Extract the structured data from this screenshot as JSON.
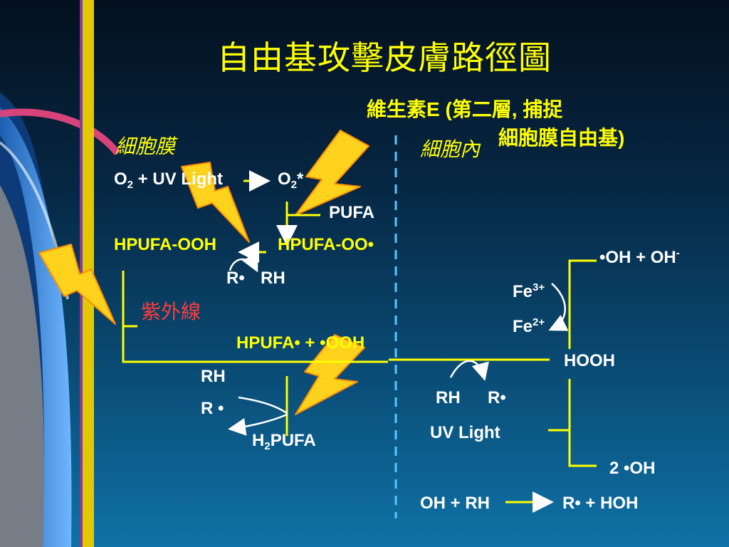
{
  "title": "自由基攻擊皮膚路徑圖",
  "vitamin_note": {
    "line1": "維生素E (第二層, 捕捉",
    "line2": "細胞膜自由基)"
  },
  "regions": {
    "membrane": "細胞膜",
    "intracellular": "細胞內"
  },
  "membrane": {
    "o2": "O",
    "o2_sub": "2",
    "uv_light": " + UV Light",
    "o2star": "O",
    "o2star_sub": "2",
    "o2star_suffix": "*",
    "pufa": "PUFA",
    "hpufa_ooh": "HPUFA-OOH",
    "hpufa_oo": "HPUFA-OO•",
    "r_dot": "R•",
    "rh": "RH",
    "uv_label": "紫外線",
    "hpufa_oh": "HPUFA• + •OOH",
    "rh2": "RH",
    "r_dot2": "R •",
    "h2pufa_h": "H",
    "h2pufa_sub": "2",
    "h2pufa_rest": "PUFA"
  },
  "intracellular": {
    "oh_oh_minus": "•OH + OH",
    "oh_minus_sup": "-",
    "fe3": "Fe",
    "fe3_sup": "3+",
    "fe2": "Fe",
    "fe2_sup": "2+",
    "hooh": "HOOH",
    "rh": "RH",
    "r_dot": "R•",
    "uv_light": "UV Light",
    "two_oh": "2 •OH",
    "oh_rh": "OH + RH",
    "product": "R• + HOH"
  },
  "colors": {
    "accent": "#ffff00",
    "lightning": "#ffd21e",
    "uv_red": "#ff3c3c",
    "divider": "#58c8ff"
  }
}
